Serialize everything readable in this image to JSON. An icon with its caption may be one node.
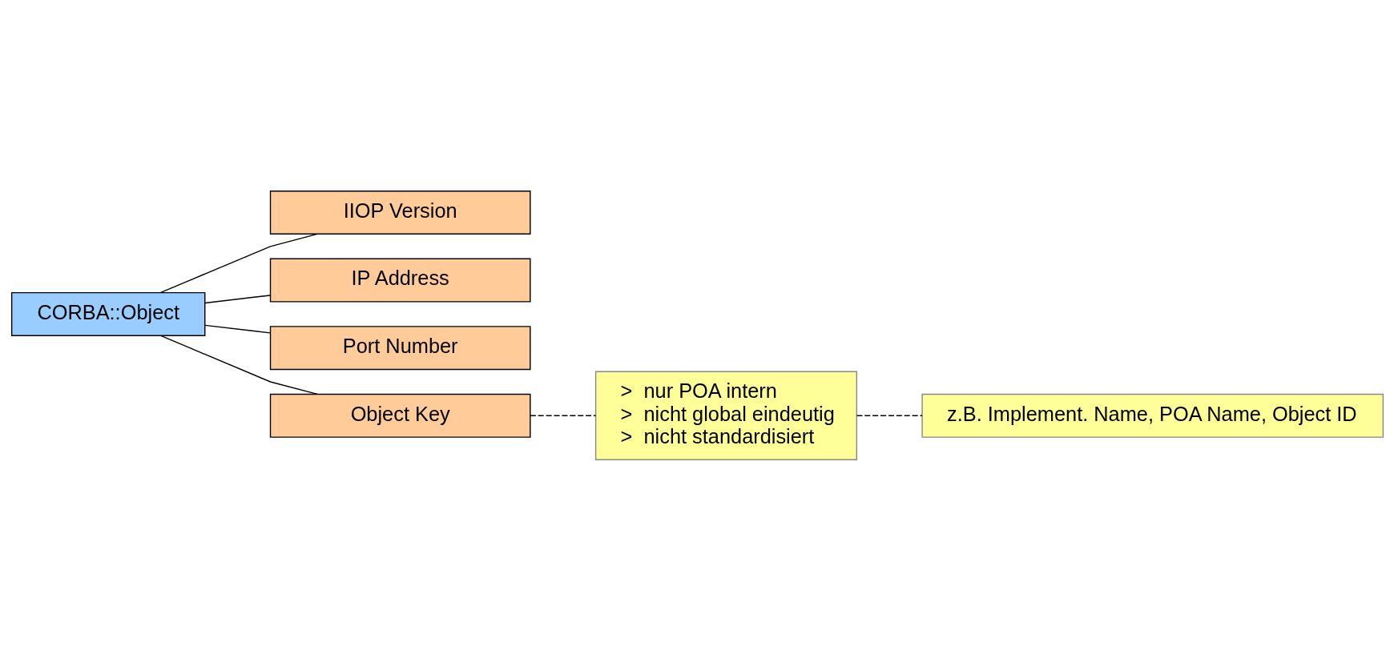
{
  "diagram": {
    "nodes": [
      {
        "text": [
          "CORBA::Object"
        ]
      },
      {
        "text": [
          "IIOP Version"
        ]
      },
      {
        "text": [
          "IP Address"
        ]
      },
      {
        "text": [
          "Port Number"
        ]
      },
      {
        "text": [
          "Object Key"
        ]
      },
      {
        "text": [
          ">  nur POA intern",
          ">  nicht global eindeutig",
          ">  nicht standardisiert"
        ]
      },
      {
        "text": [
          "z.B. Implement. Name, POA Name, Object ID"
        ]
      }
    ],
    "edges": [
      {
        "from": 0,
        "to": 1,
        "arrow": "none"
      },
      {
        "from": 0,
        "to": 2,
        "arrow": "none"
      },
      {
        "from": 0,
        "to": 3,
        "arrow": "none"
      },
      {
        "from": 0,
        "to": 4,
        "arrow": "none"
      },
      {
        "from": 4,
        "to": 5,
        "arrow": "none",
        "style": "dashed"
      },
      {
        "from": 5,
        "to": 6,
        "arrow": "none",
        "style": "dashed"
      }
    ]
  }
}
